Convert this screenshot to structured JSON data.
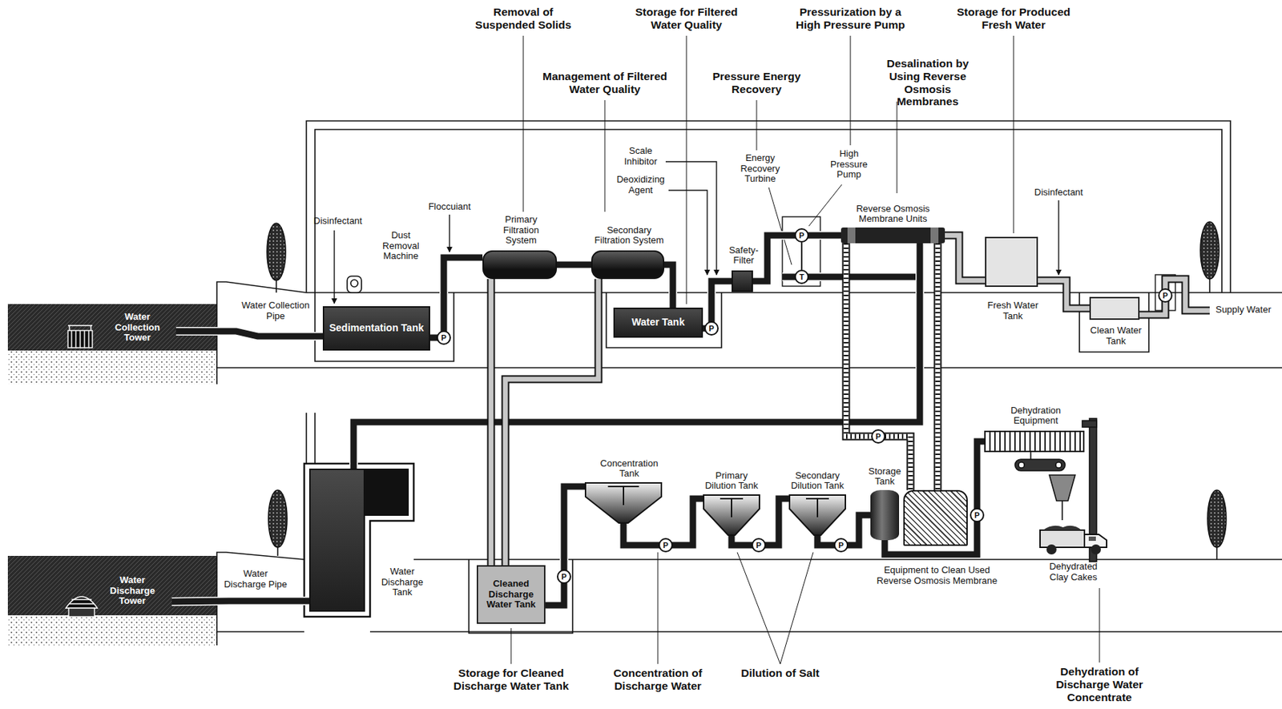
{
  "diagram": {
    "nodes": [
      {
        "text": [
          "Water Collection Tower"
        ]
      },
      {
        "text": [
          "Sedimentation Tank"
        ]
      },
      {
        "text": [
          "Primary Filtration System"
        ]
      },
      {
        "text": [
          "Secondary Filtration System"
        ]
      },
      {
        "text": [
          "Water Tank"
        ]
      },
      {
        "text": [
          "Safety- Filter"
        ]
      },
      {
        "text": [
          "Reverse Osmosis Membrane Units"
        ]
      },
      {
        "text": [
          "Fresh Water Tank"
        ]
      },
      {
        "text": [
          "Clean Water Tank"
        ]
      },
      {
        "text": [
          "Water Discharge Tower"
        ]
      },
      {
        "text": [
          "Water Discharge Tank"
        ]
      },
      {
        "text": [
          "Cleaned Discharge Water Tank"
        ]
      },
      {
        "text": [
          "Concentration Tank"
        ]
      },
      {
        "text": [
          "Primary Dilution Tank"
        ]
      },
      {
        "text": [
          "Secondary Dilution Tank"
        ]
      },
      {
        "text": [
          "Storage Tank"
        ]
      },
      {
        "text": [
          "Equipment to Clean Used Reverse Osmosis Membrane"
        ]
      },
      {
        "text": [
          "Dehydration Equipment"
        ]
      },
      {
        "text": [
          "Dehydrated Clay Cakes"
        ]
      }
    ],
    "edges": [
      {
        "from": 0,
        "to": 1,
        "arrow": "none"
      },
      {
        "from": 1,
        "to": 2,
        "arrow": "none"
      },
      {
        "from": 2,
        "to": 3,
        "arrow": "none"
      },
      {
        "from": 3,
        "to": 4,
        "arrow": "none"
      },
      {
        "from": 4,
        "to": 5,
        "arrow": "none"
      },
      {
        "from": 5,
        "to": 6,
        "arrow": "none"
      },
      {
        "from": 6,
        "to": 7,
        "arrow": "none"
      },
      {
        "from": 7,
        "to": 8,
        "arrow": "none"
      },
      {
        "from": 6,
        "to": 10,
        "arrow": "none"
      },
      {
        "from": 2,
        "to": 11,
        "arrow": "none"
      },
      {
        "from": 3,
        "to": 11,
        "arrow": "none"
      },
      {
        "from": 11,
        "to": 12,
        "arrow": "none"
      },
      {
        "from": 12,
        "to": 13,
        "arrow": "none"
      },
      {
        "from": 13,
        "to": 14,
        "arrow": "none"
      },
      {
        "from": 14,
        "to": 15,
        "arrow": "none"
      },
      {
        "from": 15,
        "to": 17,
        "arrow": "none"
      },
      {
        "from": 6,
        "to": 16,
        "arrow": "none"
      },
      {
        "from": 6,
        "to": 16,
        "arrow": "none"
      },
      {
        "from": 10,
        "to": 9,
        "arrow": "none"
      }
    ],
    "labels": [
      "Removal of Suspended Solids",
      "Storage for Filtered Water Quality",
      "Pressurization by a High Pressure Pump",
      "Storage for Produced Fresh Water",
      "Management of Filtered Water Quality",
      "Pressure Energy Recovery",
      "Desalination by Using Reverse Osmosis Membranes",
      "Disinfectant",
      "Dust Removal Machine",
      "Floccuiant",
      "Scale Inhibitor",
      "Deoxidizing Agent",
      "Energy Recovery Turbine",
      "High Pressure Pump",
      "Disinfectant",
      "Water Collection Pipe",
      "Supply Water",
      "Water Discharge Pipe",
      "Storage for Cleaned Discharge Water Tank",
      "Concentration of Discharge Water",
      "Dilution of Salt",
      "Dehydration of Discharge Water Concentrate",
      "P",
      "P",
      "P",
      "T",
      "P",
      "P",
      "P",
      "P",
      "P",
      "P",
      "P"
    ]
  }
}
